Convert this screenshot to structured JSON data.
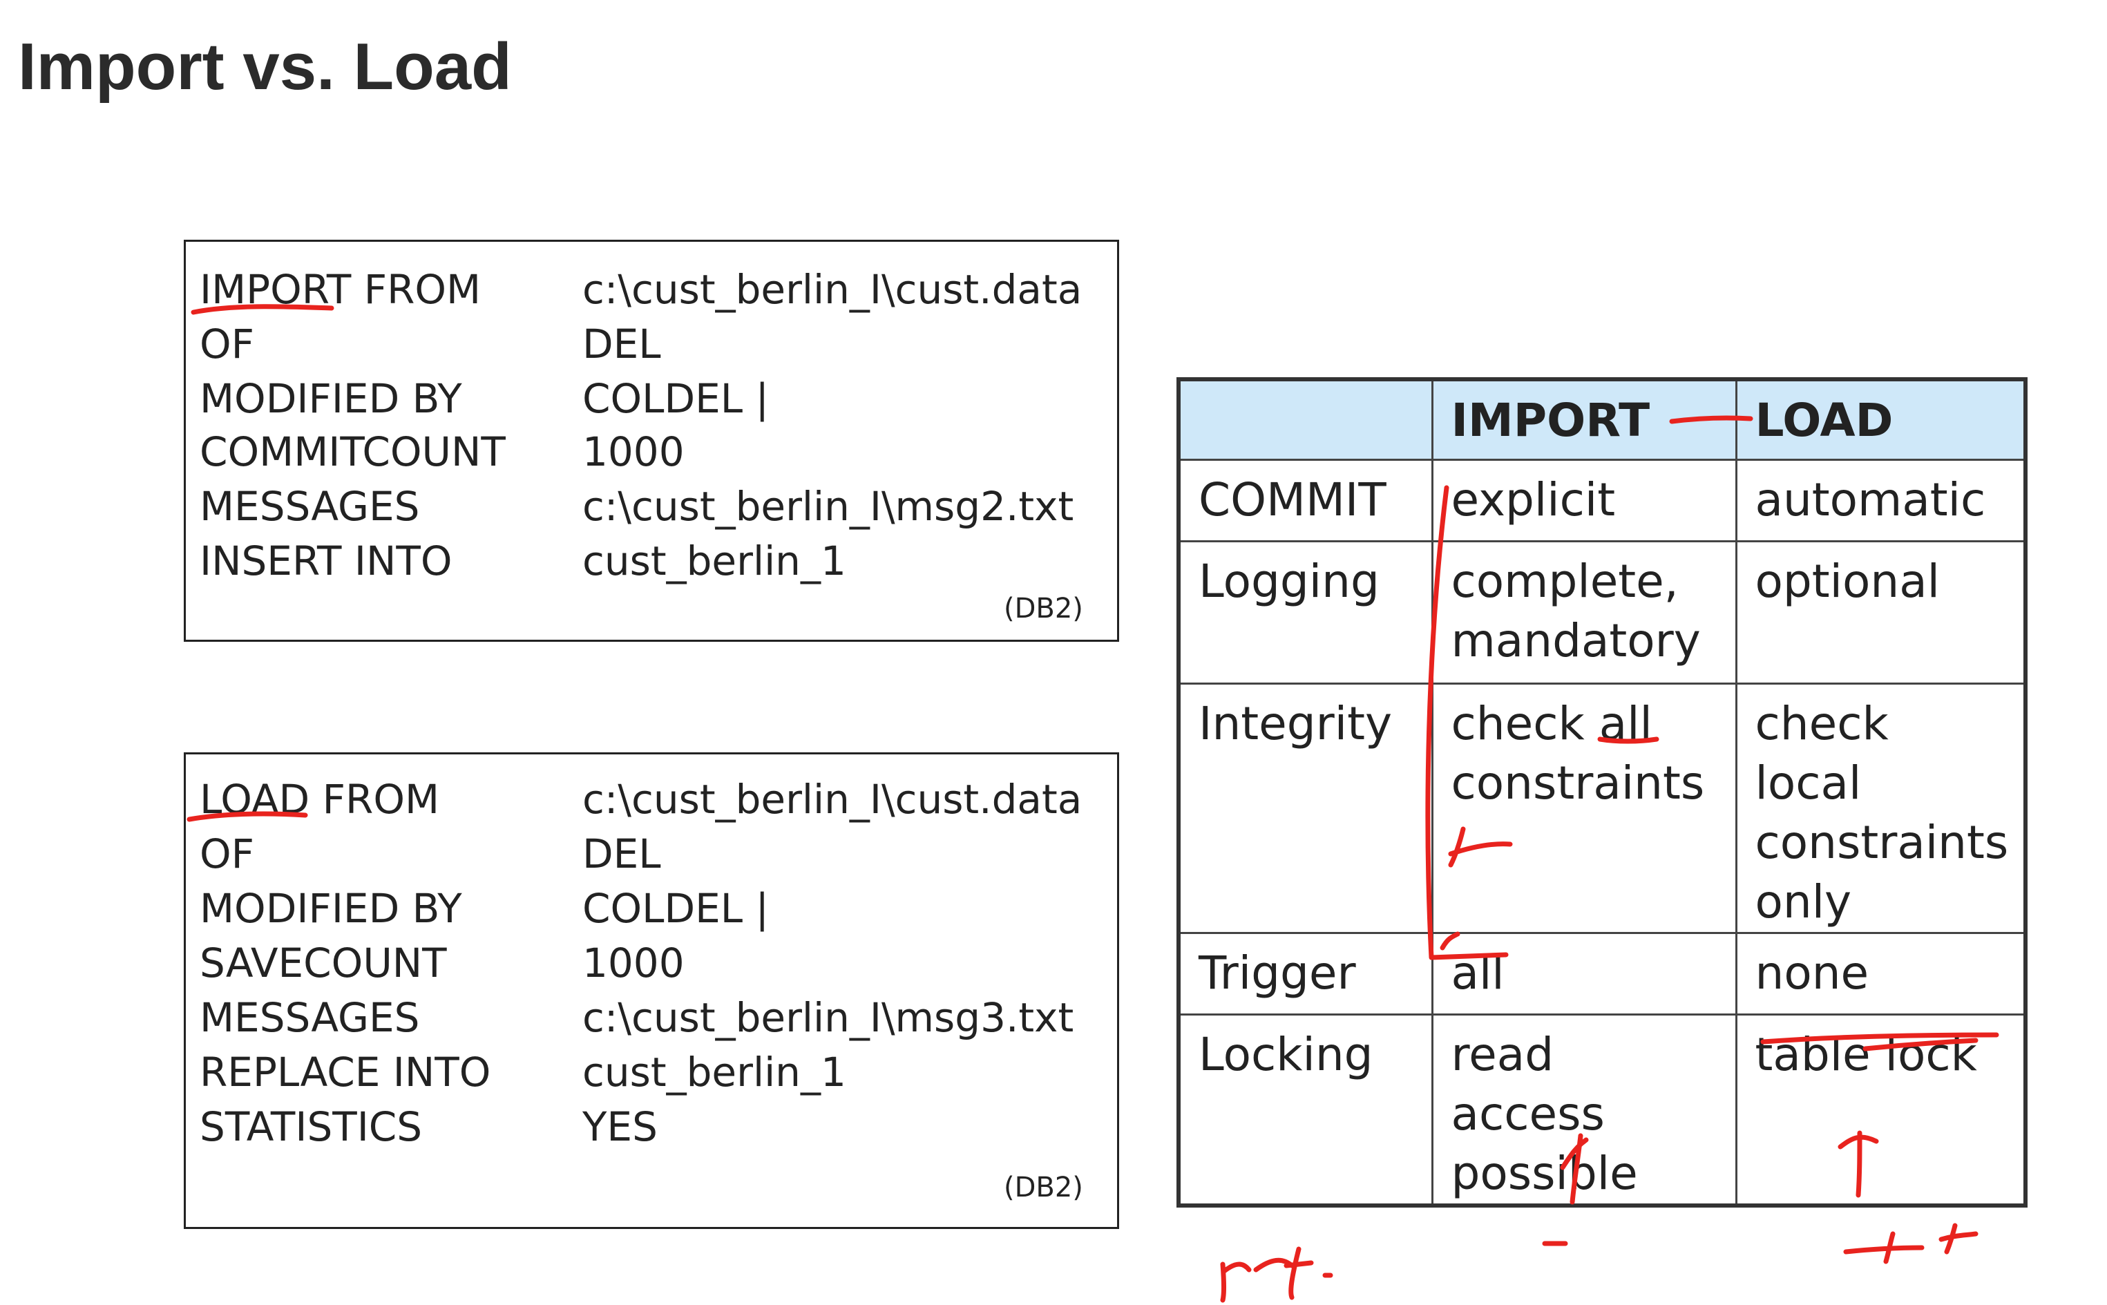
{
  "page": {
    "title": "Import vs. Load"
  },
  "import_box": {
    "rows": [
      {
        "keyword": "IMPORT FROM",
        "value": "c:\\cust_berlin_I\\cust.data"
      },
      {
        "keyword": "OF",
        "value": "DEL"
      },
      {
        "keyword": "MODIFIED BY",
        "value": "COLDEL |"
      },
      {
        "keyword": "COMMITCOUNT",
        "value": "1000"
      },
      {
        "keyword": "MESSAGES",
        "value": "c:\\cust_berlin_I\\msg2.txt"
      },
      {
        "keyword": "INSERT INTO",
        "value": "cust_berlin_1"
      }
    ],
    "tag": "(DB2)"
  },
  "load_box": {
    "rows": [
      {
        "keyword": "LOAD FROM",
        "value": "c:\\cust_berlin_I\\cust.data"
      },
      {
        "keyword": "OF",
        "value": "DEL"
      },
      {
        "keyword": "MODIFIED BY",
        "value": "COLDEL |"
      },
      {
        "keyword": "SAVECOUNT",
        "value": "1000"
      },
      {
        "keyword": "MESSAGES",
        "value": "c:\\cust_berlin_I\\msg3.txt"
      },
      {
        "keyword": "REPLACE INTO",
        "value": "cust_berlin_1"
      },
      {
        "keyword": "STATISTICS",
        "value": "YES"
      }
    ],
    "tag": "(DB2)"
  },
  "comparison": {
    "headers": [
      "",
      "IMPORT",
      "LOAD"
    ],
    "rows": [
      {
        "label": "COMMIT",
        "import": "explicit",
        "load": "automatic"
      },
      {
        "label": "Logging",
        "import": "complete,\nmandatory",
        "load": "optional"
      },
      {
        "label": "Integrity",
        "import": "check all\nconstraints",
        "load": "check local\nconstraints\nonly"
      },
      {
        "label": "Trigger",
        "import": "all",
        "load": "none"
      },
      {
        "label": "Locking",
        "import": "read access\npossible",
        "load": "table lock"
      }
    ]
  },
  "colors": {
    "header_bg": "#cfe8f9",
    "ink": "#e8231e",
    "border": "#222222"
  }
}
